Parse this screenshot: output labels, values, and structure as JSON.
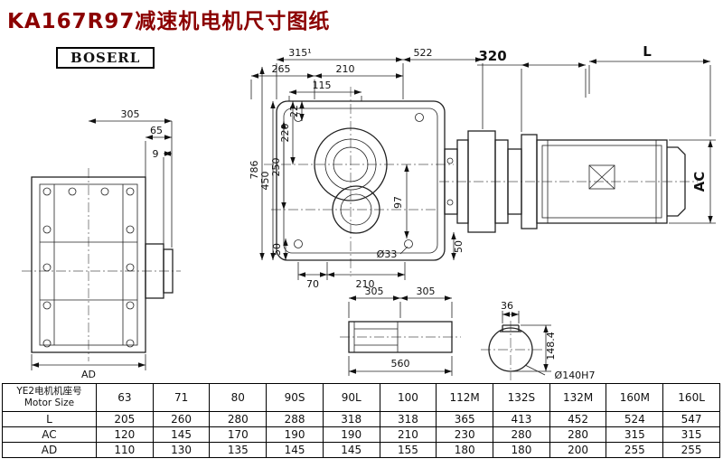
{
  "page": {
    "title": "KA167R97减速机电机尺寸图纸",
    "title_color": "#8B0000",
    "logo": "BOSERL"
  },
  "dims": {
    "side_view": {
      "w305": "305",
      "d65": "65",
      "d9": "9",
      "ad": "AD"
    },
    "front_view": {
      "d315": "315¹",
      "d522": "522",
      "d265": "265",
      "d210_top": "210",
      "d115": "115",
      "d22": "22",
      "d220": "220",
      "d250": "250",
      "d450": "450",
      "d786": "786",
      "d97": "97",
      "d50_left": "50",
      "d50_right": "50",
      "d70": "70",
      "d210_bottom": "210",
      "d33": "Ø33"
    },
    "motor": {
      "d320": "320",
      "L": "L",
      "AC": "AC"
    },
    "shaft": {
      "d305a": "305",
      "d305b": "305",
      "d560": "560"
    },
    "bore": {
      "d36": "36",
      "d148": "148.4",
      "d140": "Ø140H7"
    }
  },
  "table": {
    "header": {
      "label_cn": "YE2电机机座号",
      "label_en": "Motor Size",
      "sizes": [
        "63",
        "71",
        "80",
        "90S",
        "90L",
        "100",
        "112M",
        "132S",
        "132M",
        "160M",
        "160L"
      ]
    },
    "rows": [
      {
        "label": "L",
        "values": [
          "205",
          "260",
          "280",
          "288",
          "318",
          "318",
          "365",
          "413",
          "452",
          "524",
          "547"
        ]
      },
      {
        "label": "AC",
        "values": [
          "120",
          "145",
          "170",
          "190",
          "190",
          "210",
          "230",
          "280",
          "280",
          "315",
          "315"
        ]
      },
      {
        "label": "AD",
        "values": [
          "110",
          "130",
          "135",
          "145",
          "145",
          "155",
          "180",
          "180",
          "200",
          "255",
          "255"
        ]
      }
    ]
  }
}
